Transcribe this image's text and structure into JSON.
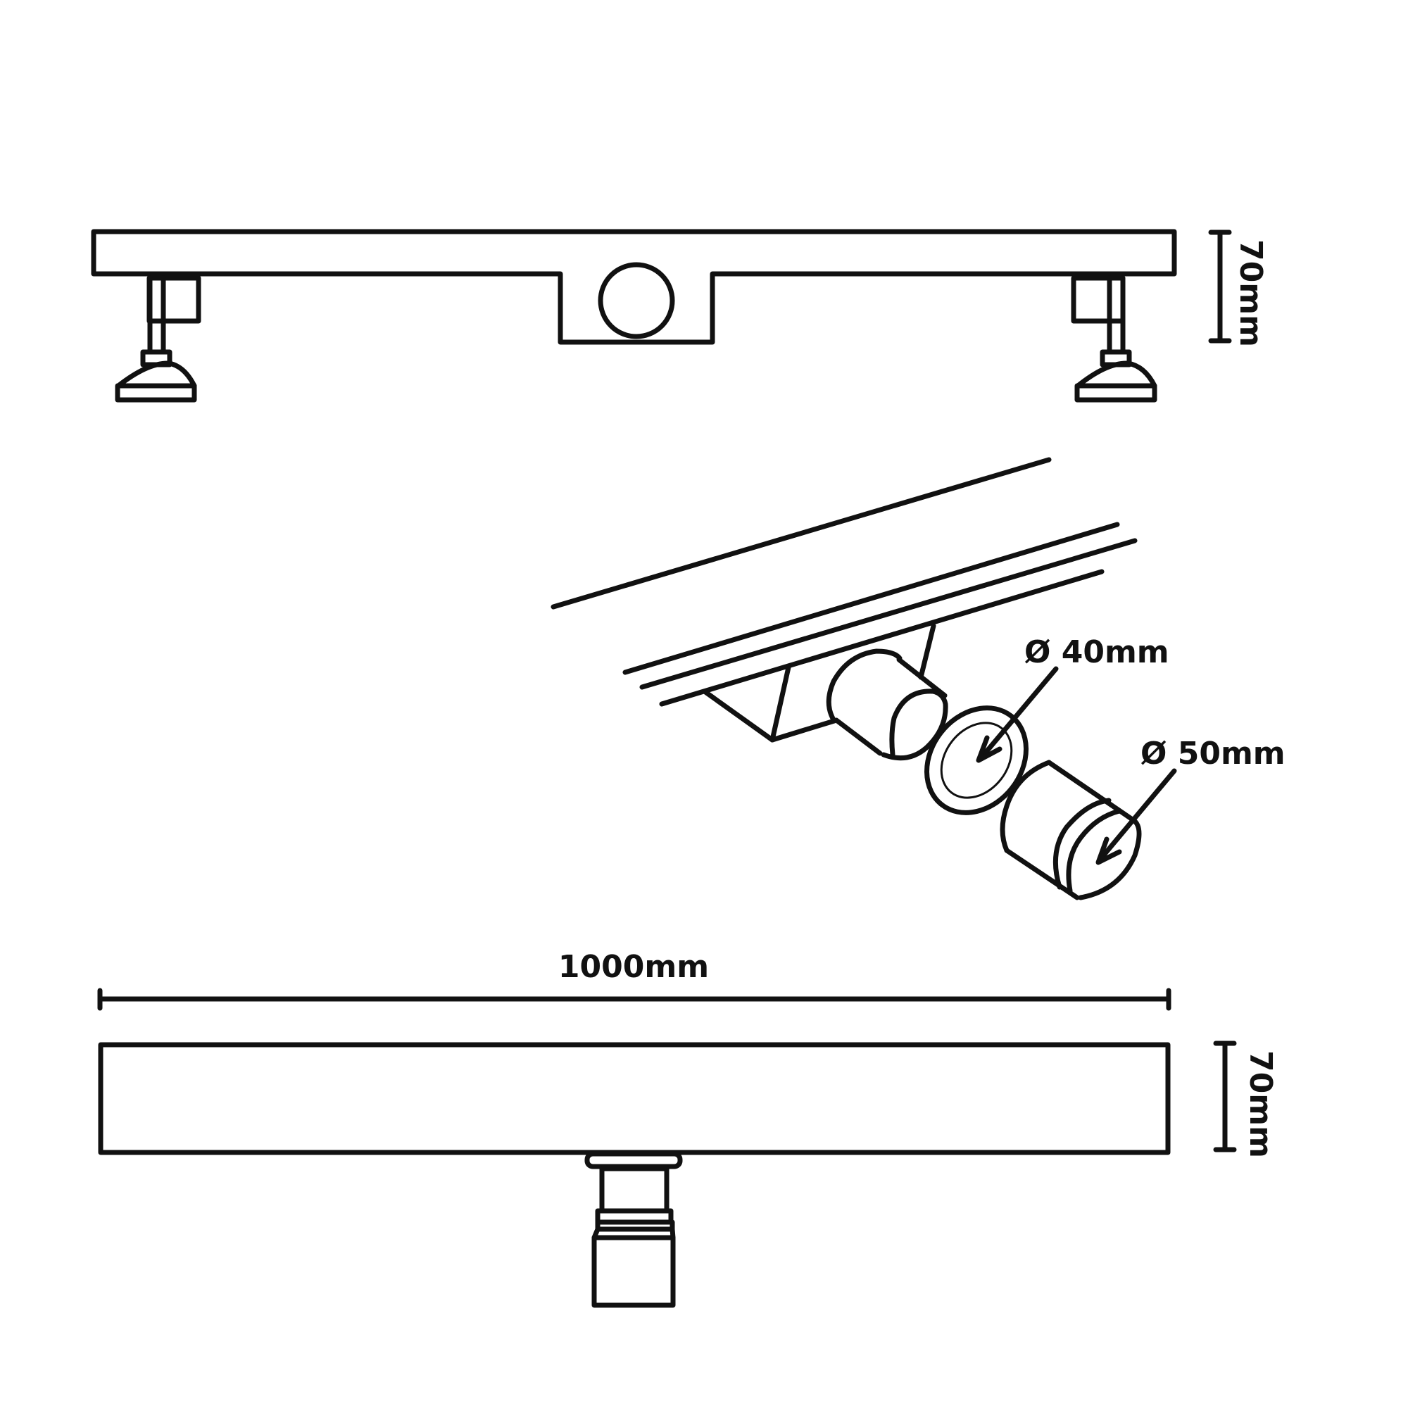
{
  "labels": {
    "top_height": "70mm",
    "bottom_height": "70mm",
    "width": "1000mm",
    "diameter_small": "Ø 40mm",
    "diameter_large": "Ø 50mm"
  },
  "colors": {
    "line": "#111111",
    "background": "#ffffff"
  }
}
